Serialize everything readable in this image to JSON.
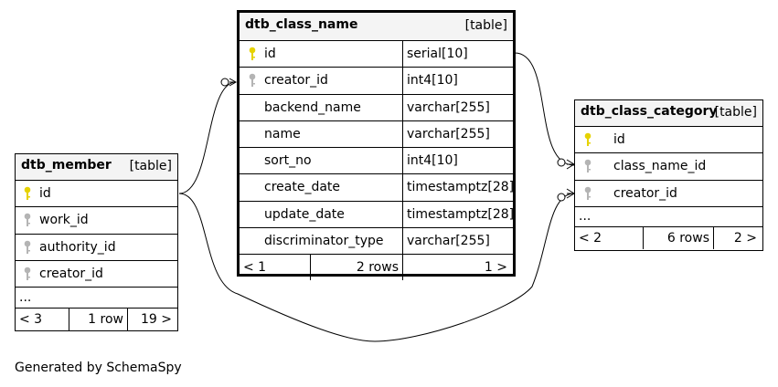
{
  "tables": {
    "class_name": {
      "name": "dtb_class_name",
      "tag": "[table]",
      "rows": [
        {
          "col": "id",
          "type": "serial[10]",
          "key": "primary"
        },
        {
          "col": "creator_id",
          "type": "int4[10]",
          "key": "foreign"
        },
        {
          "col": "backend_name",
          "type": "varchar[255]",
          "key": "none"
        },
        {
          "col": "name",
          "type": "varchar[255]",
          "key": "none"
        },
        {
          "col": "sort_no",
          "type": "int4[10]",
          "key": "none"
        },
        {
          "col": "create_date",
          "type": "timestamptz[28]",
          "key": "none"
        },
        {
          "col": "update_date",
          "type": "timestamptz[28]",
          "key": "none"
        },
        {
          "col": "discriminator_type",
          "type": "varchar[255]",
          "key": "none"
        }
      ],
      "footer": {
        "left": "< 1",
        "middle": "2 rows",
        "right": "1 >"
      }
    },
    "member": {
      "name": "dtb_member",
      "tag": "[table]",
      "rows": [
        {
          "col": "id",
          "key": "primary"
        },
        {
          "col": "work_id",
          "key": "foreign"
        },
        {
          "col": "authority_id",
          "key": "foreign"
        },
        {
          "col": "creator_id",
          "key": "foreign"
        }
      ],
      "more": "...",
      "footer": {
        "left": "< 3",
        "middle": "1 row",
        "right": "19 >"
      }
    },
    "class_category": {
      "name": "dtb_class_category",
      "tag": "[table]",
      "rows": [
        {
          "col": "id",
          "key": "primary"
        },
        {
          "col": "class_name_id",
          "key": "foreign"
        },
        {
          "col": "creator_id",
          "key": "foreign"
        }
      ],
      "more": "...",
      "footer": {
        "left": "< 2",
        "middle": "6 rows",
        "right": "2 >"
      }
    }
  },
  "colors": {
    "primary_key": "#e6d200",
    "foreign_key": "#b4b4b4"
  },
  "footer_text": "Generated by SchemaSpy"
}
